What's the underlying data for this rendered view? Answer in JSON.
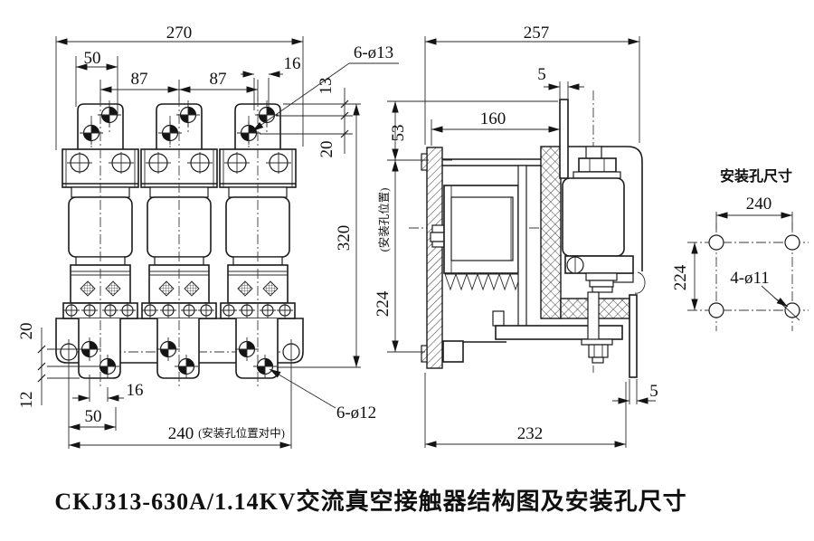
{
  "drawing_title": "CKJ313-630A/1.14KV交流真空接触器结构图及安装孔尺寸",
  "front_view": {
    "dims": {
      "overall_width": "270",
      "tab_hole_span": "50",
      "pole_pitch_left": "87",
      "pole_pitch_right": "87",
      "top_hole_offset": "16",
      "top_hole_edge": "13",
      "top_hole_vspacing": "20",
      "overall_height": "320",
      "bottom_hole_vspacing": "20",
      "bottom_hole_edge": "12",
      "bottom_hole_offset": "16",
      "bottom_hole_span": "50",
      "mount_width": "240",
      "mount_width_note": "(安装孔位置对中)",
      "top_holes_label": "6-ø13",
      "bottom_holes_label": "6-ø12"
    }
  },
  "side_view": {
    "dims": {
      "overall_depth": "257",
      "tab_thickness": "5",
      "frame_depth": "160",
      "top_offset": "53",
      "mount_height": "224",
      "mount_height_note": "(安装孔位置)",
      "base_depth": "232",
      "strip_thickness": "5"
    }
  },
  "mounting_diagram": {
    "title": "安装孔尺寸",
    "dims": {
      "hole_span_h": "240",
      "hole_span_v": "224",
      "holes_label": "4-ø11"
    }
  }
}
